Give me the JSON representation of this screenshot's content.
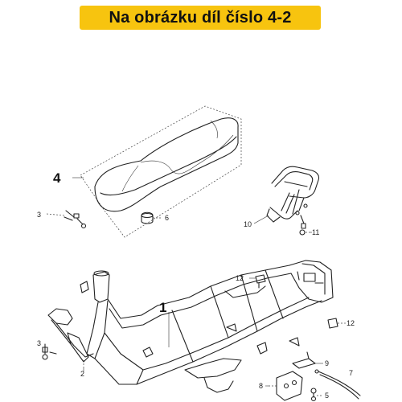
{
  "banner": {
    "text": "Na obrázku díl číslo 4-2"
  },
  "callouts": {
    "c1": "1",
    "c2": "2",
    "c3": "3",
    "c3b": "3",
    "c4": "4",
    "c5": "5",
    "c6": "6",
    "c7": "7",
    "c8": "8",
    "c9": "9",
    "c10": "10",
    "c11": "11",
    "c12a": "12",
    "c12b": "12"
  },
  "colors": {
    "banner": "#f7c40f",
    "line": "#222222"
  }
}
